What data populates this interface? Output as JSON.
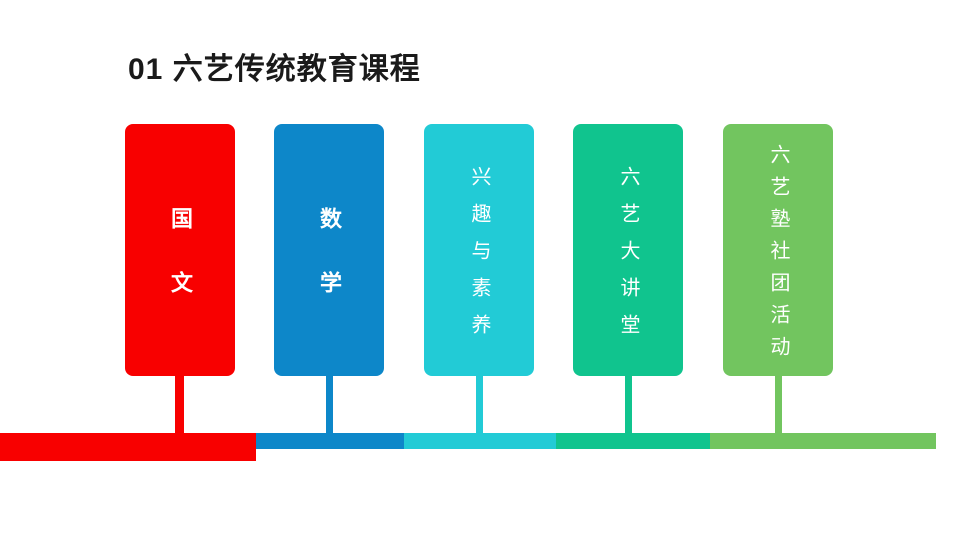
{
  "title": "01 六艺传统教育课程",
  "cards": [
    {
      "label": "国文",
      "color": "#f80000"
    },
    {
      "label": "数学",
      "color": "#0d87c9"
    },
    {
      "label": "兴趣与素养",
      "color": "#22cbd6"
    },
    {
      "label": "六艺大讲堂",
      "color": "#10c48e"
    },
    {
      "label": "六艺塾社团活动",
      "color": "#72c55f"
    }
  ]
}
